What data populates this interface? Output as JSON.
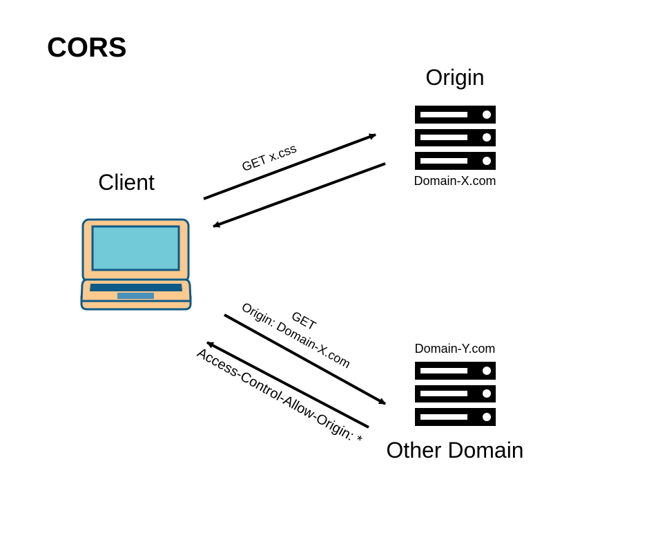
{
  "title": "CORS",
  "colors": {
    "title": "#5CDCE2",
    "laptop_body": "#FCC98E",
    "laptop_screen": "#72C9D8",
    "laptop_outline": "#0E5A88",
    "laptop_pad": "#4A90B8",
    "server": "#000000",
    "server_slot": "#FFFFFF"
  },
  "nodes": {
    "client": {
      "label": "Client",
      "icon": "laptop-icon"
    },
    "origin": {
      "label": "Origin",
      "domain": "Domain-X.com",
      "icon": "server-icon"
    },
    "other": {
      "label": "Other Domain",
      "domain": "Domain-Y.com",
      "icon": "server-icon"
    }
  },
  "arrows": {
    "request_origin": "GET x.css",
    "request_other_line1": "GET",
    "request_other_line2": "Origin: Domain-X.com",
    "response_other": "Access-Control-Allow-Origin: *"
  }
}
